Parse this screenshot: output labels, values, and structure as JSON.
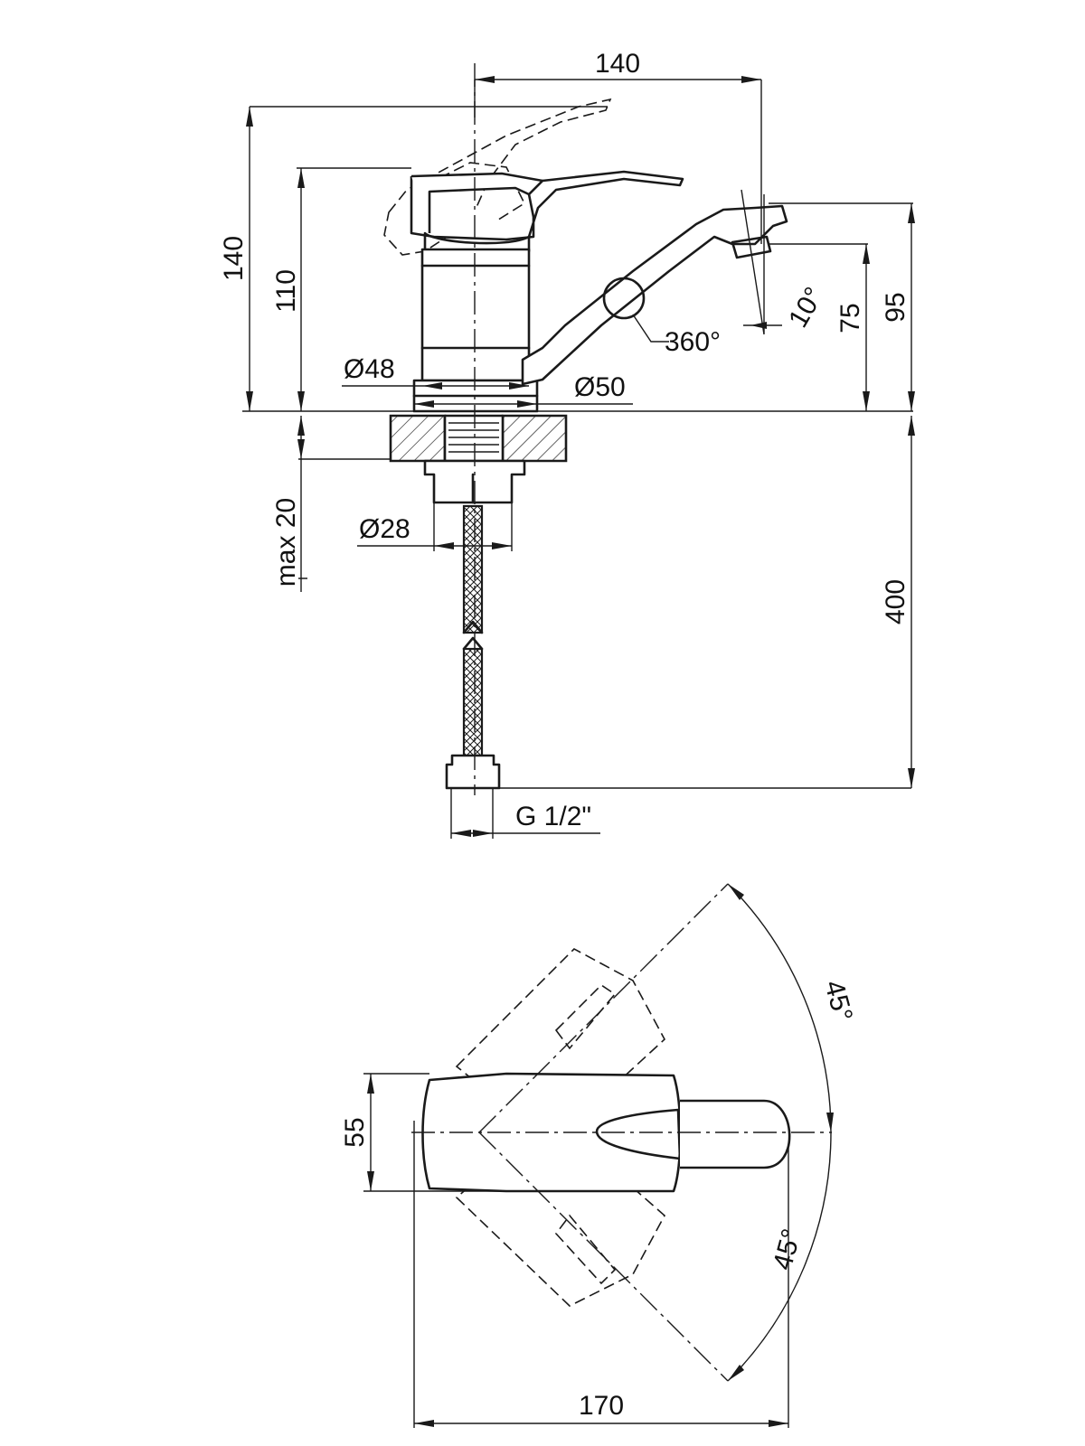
{
  "dimensions": {
    "top_width": "140",
    "total_height": "140",
    "body_height": "110",
    "base_diameter": "Ø48",
    "spout_base_diameter": "Ø50",
    "swivel": "360°",
    "spout_angle": "10°",
    "outlet_height": "75",
    "spout_height": "95",
    "max_thickness": "max 20",
    "thread_diameter": "Ø28",
    "hose_length": "400",
    "connector_thread": "G 1/2\"",
    "handle_width": "55",
    "rotation_up": "45°",
    "rotation_down": "45°",
    "overall_length": "170"
  }
}
